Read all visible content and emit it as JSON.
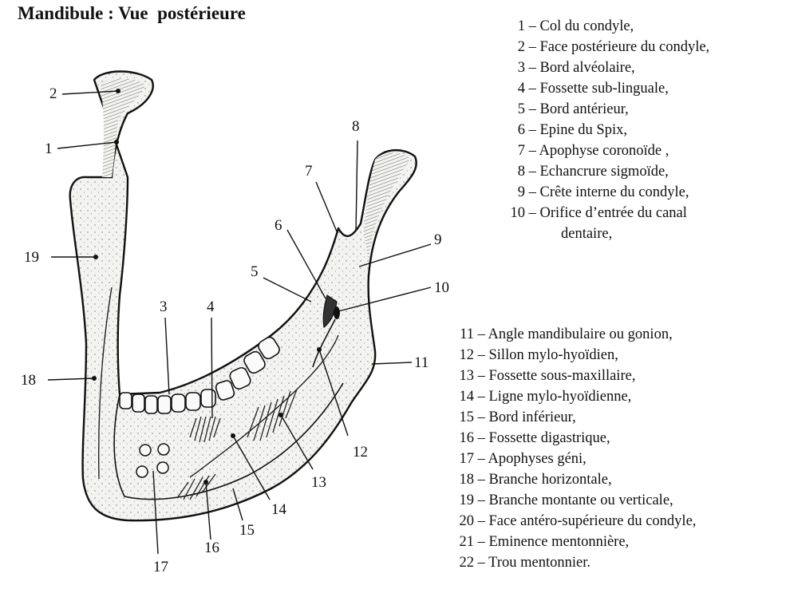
{
  "title": "Mandibule : Vue  postérieure",
  "legend_a": [
    {
      "num": "1",
      "text": "Col du condyle,"
    },
    {
      "num": "2",
      "text": "Face postérieure du condyle,"
    },
    {
      "num": "3",
      "text": "Bord alvéolaire,"
    },
    {
      "num": "4",
      "text": "Fossette  sub-linguale,"
    },
    {
      "num": "5",
      "text": "Bord antérieur,"
    },
    {
      "num": "6",
      "text": "Epine du Spix,"
    },
    {
      "num": "7",
      "text": "Apophyse coronoïde ,"
    },
    {
      "num": "8",
      "text": "Echancrure  sigmoïde,"
    },
    {
      "num": "9",
      "text": "Crête interne du condyle,"
    },
    {
      "num": "10",
      "text": "Orifice d’entrée du canal",
      "continuation": "dentaire,"
    }
  ],
  "legend_b": [
    {
      "num": "11",
      "text": "Angle mandibulaire ou gonion,"
    },
    {
      "num": "12",
      "text": "Sillon mylo-hyoïdien,"
    },
    {
      "num": "13",
      "text": "Fossette sous-maxillaire,"
    },
    {
      "num": "14",
      "text": "Ligne mylo-hyoïdienne,"
    },
    {
      "num": "15",
      "text": "Bord inférieur,"
    },
    {
      "num": "16",
      "text": "Fossette digastrique,"
    },
    {
      "num": "17",
      "text": "Apophyses géni,"
    },
    {
      "num": "18",
      "text": "Branche horizontale,"
    },
    {
      "num": "19",
      "text": "Branche montante ou verticale,"
    },
    {
      "num": "20",
      "text": "Face antéro-supérieure du condyle,"
    },
    {
      "num": "21",
      "text": "Eminence mentonnière,"
    },
    {
      "num": "22",
      "text": "Trou mentonnier."
    }
  ],
  "dash": "–",
  "figure_labels": {
    "l1": "1",
    "l2": "2",
    "l3": "3",
    "l4": "4",
    "l5": "5",
    "l6": "6",
    "l7": "7",
    "l8": "8",
    "l9": "9",
    "l10": "10",
    "l11": "11",
    "l12": "12",
    "l13": "13",
    "l14": "14",
    "l15": "15",
    "l16": "16",
    "l17": "17",
    "l18": "18",
    "l19": "19"
  },
  "colors": {
    "ink": "#111111",
    "bone": "#f3f3f1",
    "shade": "#8c8c8c"
  }
}
